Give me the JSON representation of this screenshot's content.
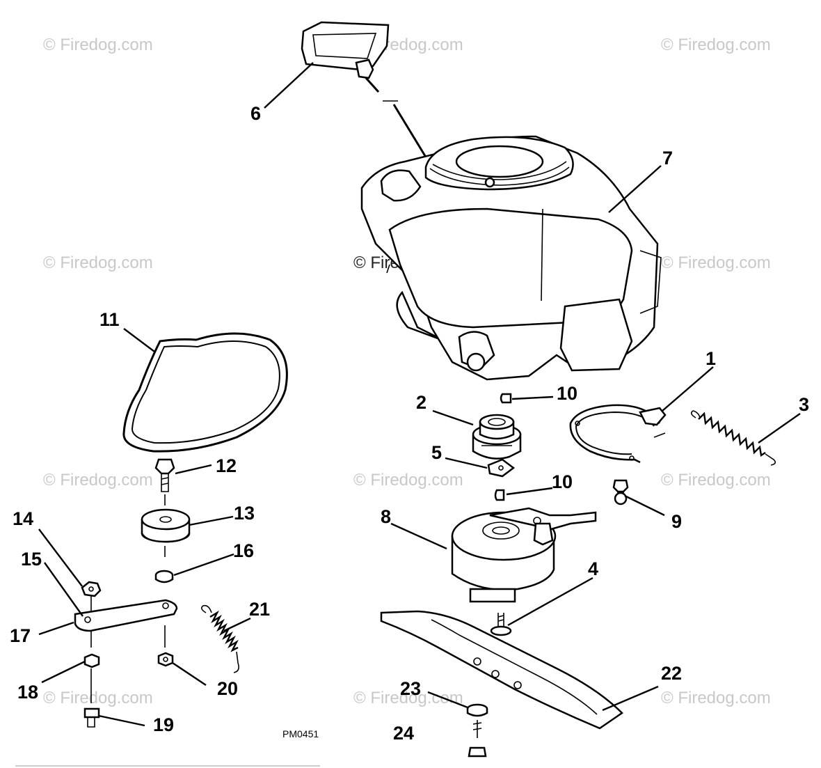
{
  "watermark": "© Firedog.com",
  "drawing_code": "PM0451",
  "callouts": {
    "c1": "1",
    "c2": "2",
    "c3": "3",
    "c4": "4",
    "c5": "5",
    "c6": "6",
    "c7": "7",
    "c8": "8",
    "c9": "9",
    "c10a": "10",
    "c10b": "10",
    "c11": "11",
    "c12": "12",
    "c13": "13",
    "c14": "14",
    "c15": "15",
    "c16": "16",
    "c17": "17",
    "c18": "18",
    "c19": "19",
    "c20": "20",
    "c21": "21",
    "c22": "22",
    "c23": "23",
    "c24": "24"
  }
}
